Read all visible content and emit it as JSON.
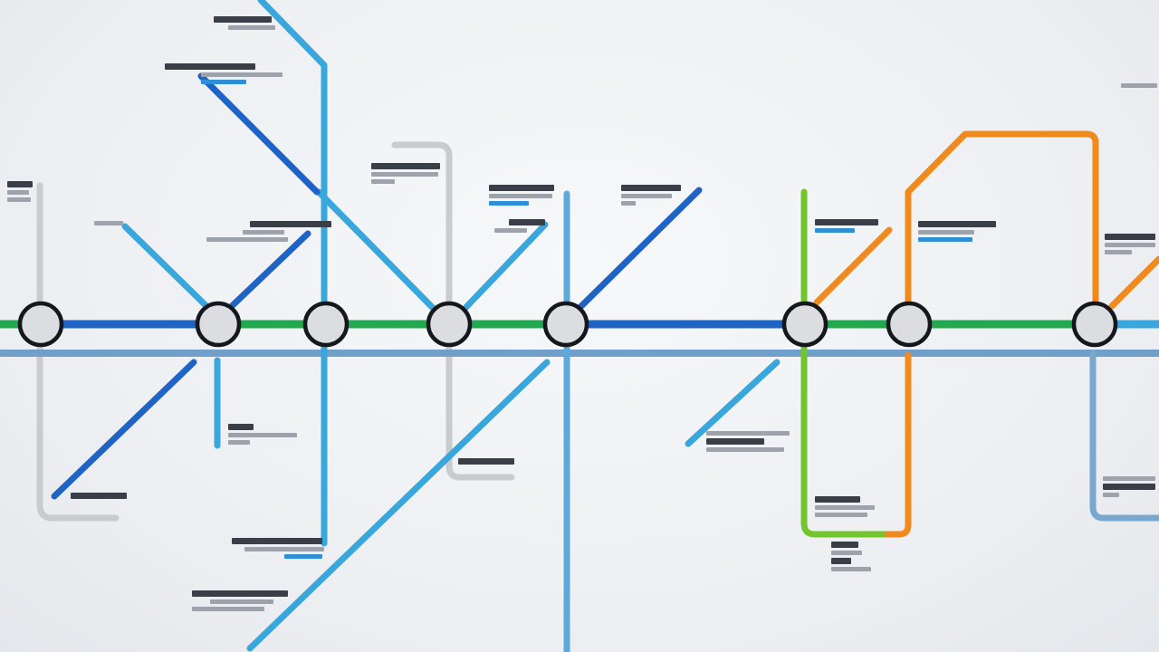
{
  "colors": {
    "background": "#eef0f3",
    "light_blue": "#39a6dc",
    "blue": "#1f63c4",
    "sky_blue": "#5ea9dc",
    "green": "#22a84f",
    "lime": "#72c52c",
    "orange": "#f08a1c",
    "grey": "#c9cbcf",
    "steel": "#6f9fca",
    "station_fill": "#dcdde0",
    "station_ring": "#15171c"
  },
  "lines": [
    {
      "id": "light-blue-line",
      "color": "#39a6dc"
    },
    {
      "id": "blue-line",
      "color": "#1f63c4"
    },
    {
      "id": "green-line",
      "color": "#22a84f"
    },
    {
      "id": "steel-line",
      "color": "#6f9fca"
    },
    {
      "id": "lime-line",
      "color": "#72c52c"
    },
    {
      "id": "orange-line",
      "color": "#f08a1c"
    },
    {
      "id": "grey-line",
      "color": "#c9cbcf"
    }
  ],
  "stations": [
    {
      "id": "station-1"
    },
    {
      "id": "station-2"
    },
    {
      "id": "station-3"
    },
    {
      "id": "station-4"
    },
    {
      "id": "station-5"
    },
    {
      "id": "station-6"
    },
    {
      "id": "station-7"
    },
    {
      "id": "station-8"
    }
  ],
  "labels_note_illegible": true
}
